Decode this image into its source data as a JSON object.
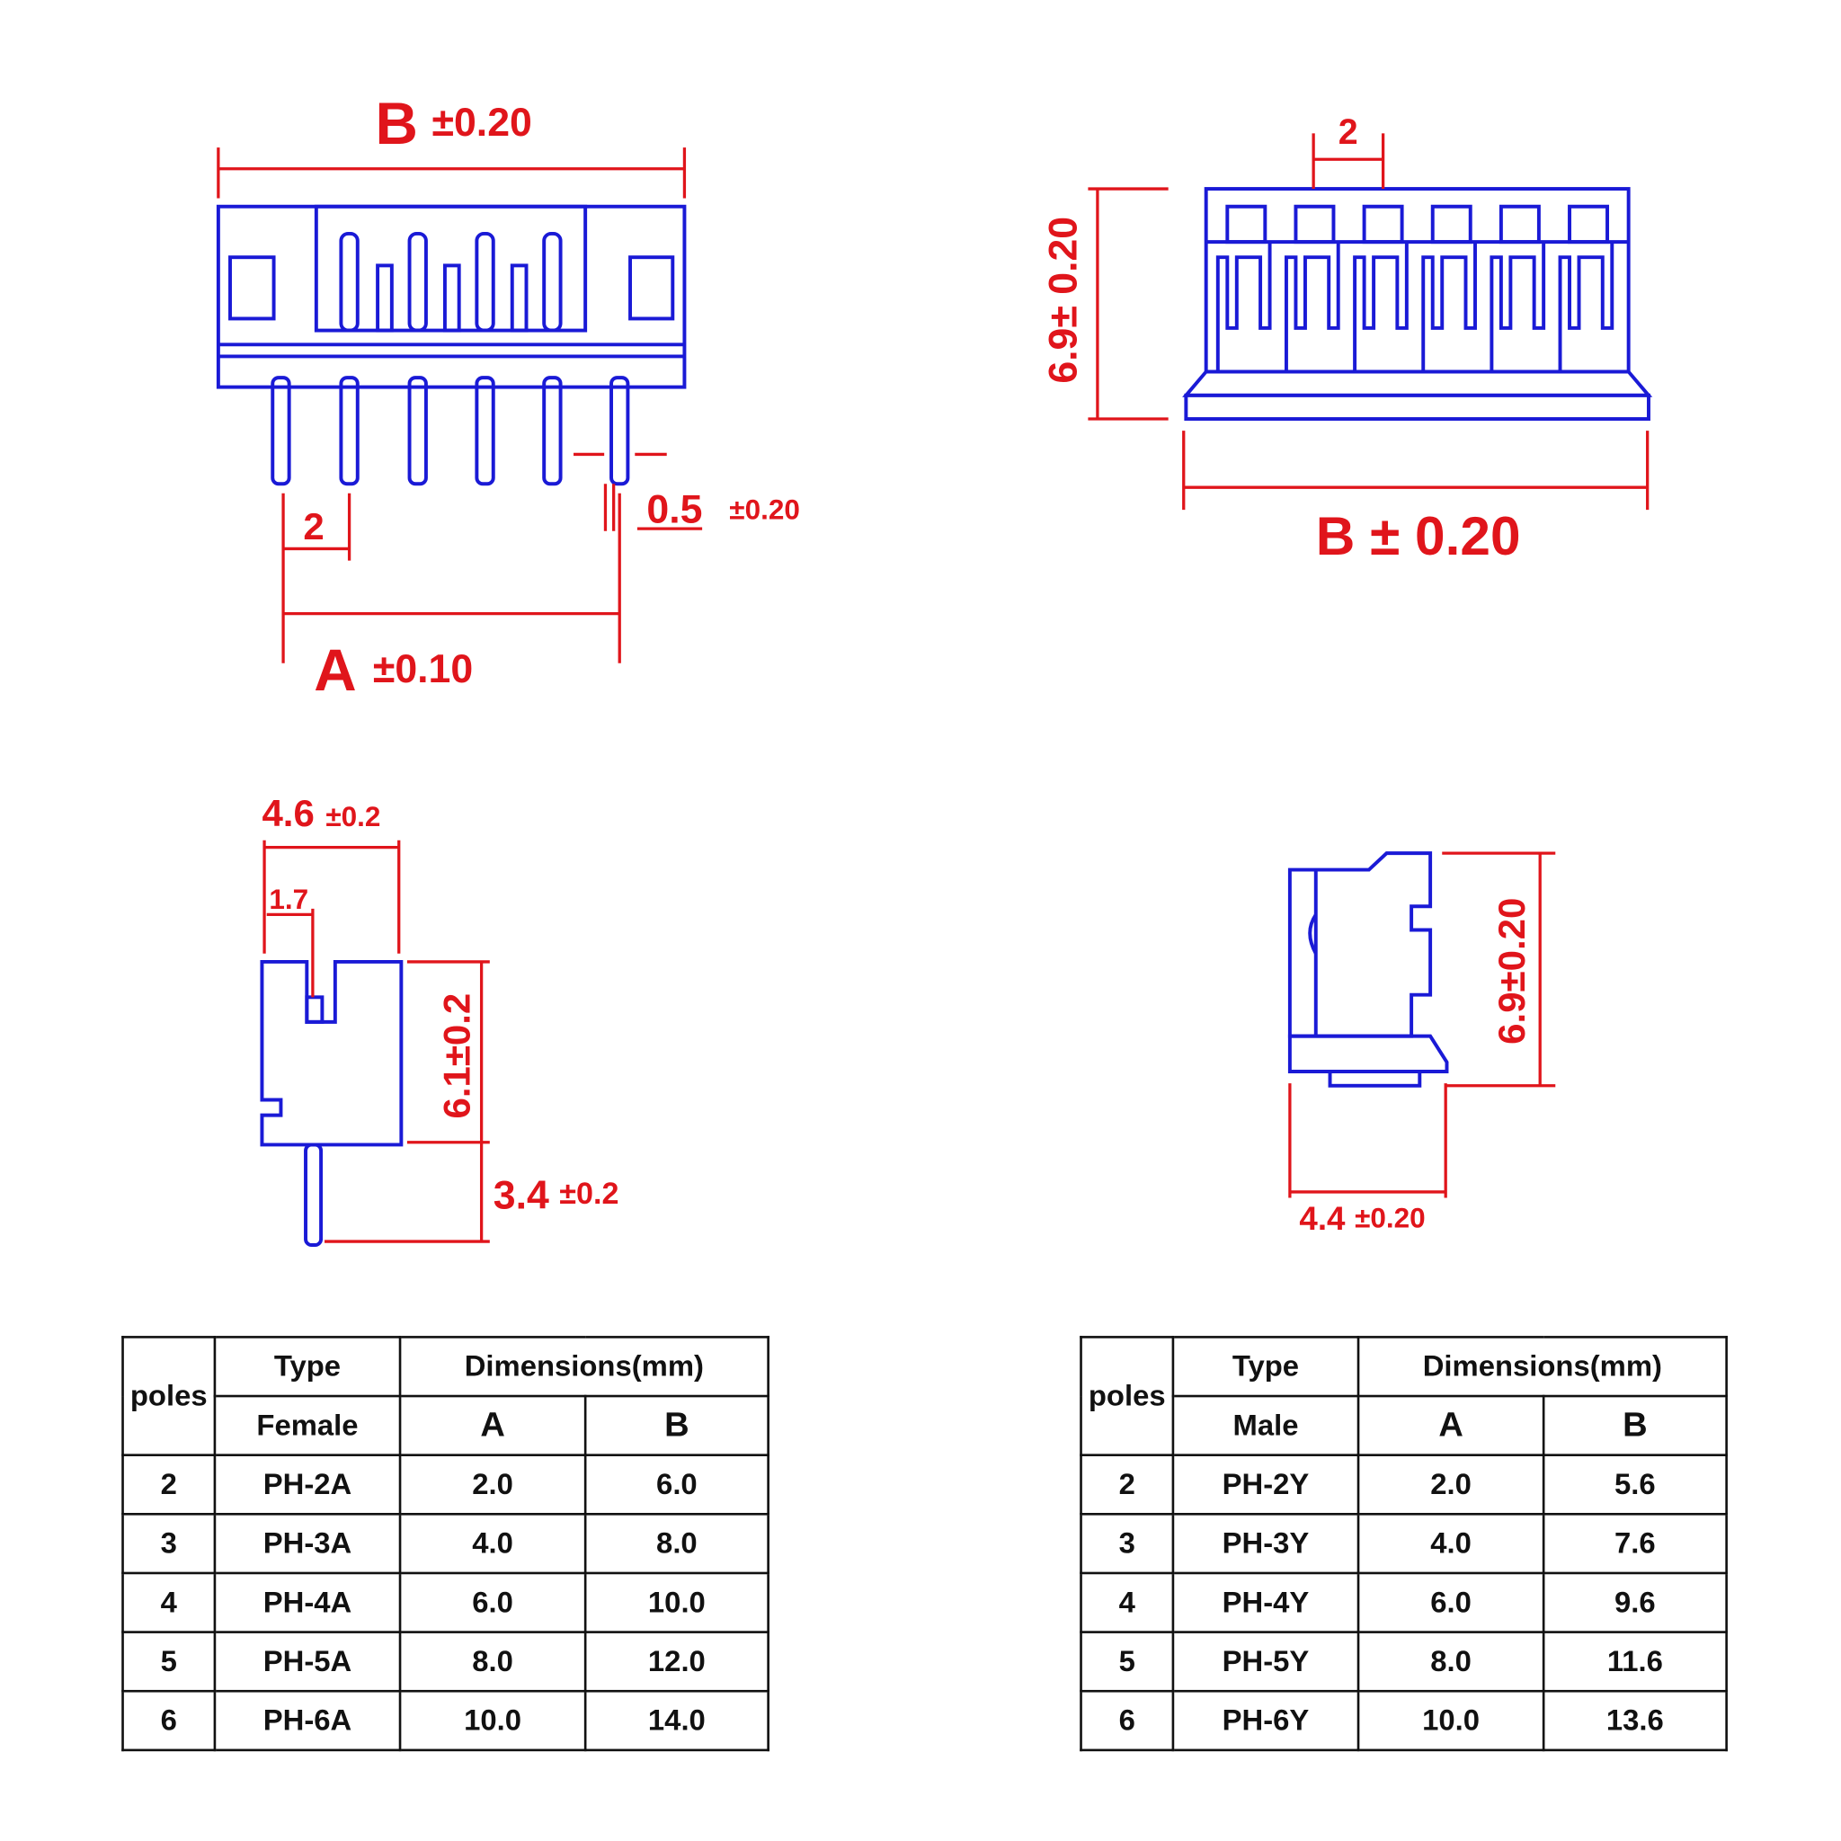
{
  "female_front": {
    "b_letter": "B",
    "b_tol": "±0.20",
    "pitch": "2",
    "a_letter": "A",
    "a_tol": "±0.10",
    "pin_width": "0.5",
    "pin_tol": "±0.20"
  },
  "male_front": {
    "pitch": "2",
    "height": "6.9± 0.20",
    "b_label": "B ± 0.20"
  },
  "female_side": {
    "width": "4.6",
    "width_tol": "±0.2",
    "offset": "1.7",
    "height": "6.1±0.2",
    "pin_len": "3.4",
    "pin_tol": "±0.2"
  },
  "male_side": {
    "height": "6.9±0.20",
    "width": "4.4",
    "width_tol": "±0.20"
  },
  "colors": {
    "drawing": "#1a1ad6",
    "dimension": "#e0151b"
  },
  "female_table": {
    "poles": "poles",
    "type": "Type",
    "dims": "Dimensions(mm)",
    "kind": "Female",
    "a": "A",
    "b": "B",
    "rows": [
      [
        "2",
        "PH-2A",
        "2.0",
        "6.0"
      ],
      [
        "3",
        "PH-3A",
        "4.0",
        "8.0"
      ],
      [
        "4",
        "PH-4A",
        "6.0",
        "10.0"
      ],
      [
        "5",
        "PH-5A",
        "8.0",
        "12.0"
      ],
      [
        "6",
        "PH-6A",
        "10.0",
        "14.0"
      ]
    ]
  },
  "male_table": {
    "poles": "poles",
    "type": "Type",
    "dims": "Dimensions(mm)",
    "kind": "Male",
    "a": "A",
    "b": "B",
    "rows": [
      [
        "2",
        "PH-2Y",
        "2.0",
        "5.6"
      ],
      [
        "3",
        "PH-3Y",
        "4.0",
        "7.6"
      ],
      [
        "4",
        "PH-4Y",
        "6.0",
        "9.6"
      ],
      [
        "5",
        "PH-5Y",
        "8.0",
        "11.6"
      ],
      [
        "6",
        "PH-6Y",
        "10.0",
        "13.6"
      ]
    ]
  }
}
